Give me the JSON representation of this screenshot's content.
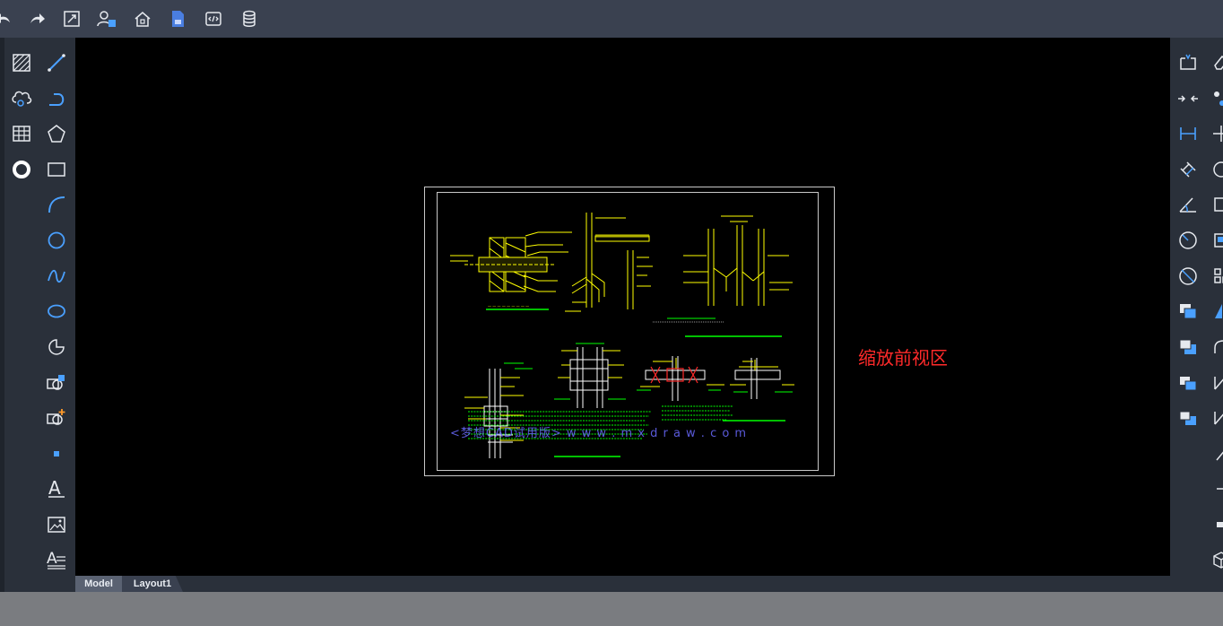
{
  "toolbar": {
    "icons": [
      "undo-icon",
      "redo-icon",
      "zoom-extents-icon",
      "user-settings-icon",
      "home-icon",
      "save-file-icon",
      "code-icon",
      "database-icon"
    ]
  },
  "canvas": {
    "zoom_label": "缩放前视区",
    "watermark": "<梦想CAD试用版>  w w w . m x d r a w . c o m",
    "colors": {
      "background": "#000000",
      "accent": "#ff2a2a",
      "drawing_yellow": "#ffff00",
      "drawing_green": "#00ff00"
    }
  },
  "tabs": {
    "model": "Model",
    "layout1": "Layout1"
  }
}
